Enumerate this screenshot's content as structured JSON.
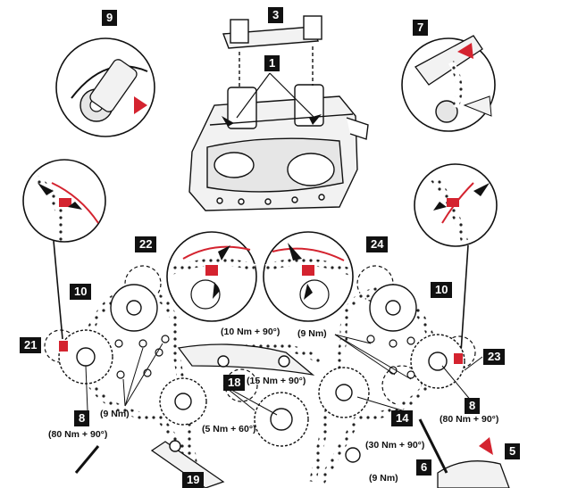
{
  "callouts": {
    "c1": "1",
    "c3": "3",
    "c5": "5",
    "c6": "6",
    "c7": "7",
    "c8a": "8",
    "c8b": "8",
    "c9": "9",
    "c10a": "10",
    "c10b": "10",
    "c14": "14",
    "c18": "18",
    "c19": "19",
    "c21": "21",
    "c22": "22",
    "c23": "23",
    "c24": "24"
  },
  "specs": {
    "s_10nm90": "(10 Nm + 90°)",
    "s_9nm_top": "(9 Nm)",
    "s_15nm90": "(15 Nm + 90°)",
    "s_9nm_left": "(9 Nm)",
    "s_5nm60": "(5 Nm + 60°)",
    "s_80nm_left": "(80 Nm + 90°)",
    "s_80nm_right": "(80 Nm + 90°)",
    "s_30nm90": "(30 Nm + 90°)",
    "s_9nm_bottom": "(9 Nm)"
  },
  "colors": {
    "ink": "#111111",
    "accent": "#d4232f",
    "fill": "#f2f2f2"
  }
}
